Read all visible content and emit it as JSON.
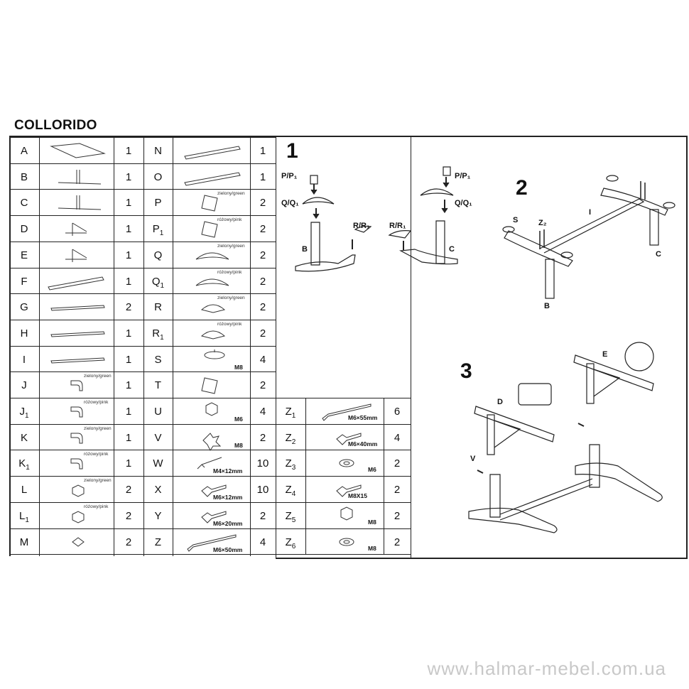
{
  "title": "COLLORIDO",
  "parts_left": [
    {
      "letter": "A",
      "sub": "",
      "qty": "1"
    },
    {
      "letter": "B",
      "sub": "",
      "qty": "1"
    },
    {
      "letter": "C",
      "sub": "",
      "qty": "1"
    },
    {
      "letter": "D",
      "sub": "",
      "qty": "1"
    },
    {
      "letter": "E",
      "sub": "",
      "qty": "1"
    },
    {
      "letter": "F",
      "sub": "",
      "qty": "1"
    },
    {
      "letter": "G",
      "sub": "",
      "qty": "2"
    },
    {
      "letter": "H",
      "sub": "",
      "qty": "1"
    },
    {
      "letter": "I",
      "sub": "",
      "qty": "1"
    },
    {
      "letter": "J",
      "sub": "",
      "qty": "1",
      "note": "zielony/green"
    },
    {
      "letter": "J",
      "sub": "1",
      "qty": "1",
      "note": "różowy/pink"
    },
    {
      "letter": "K",
      "sub": "",
      "qty": "1",
      "note": "zielony/green"
    },
    {
      "letter": "K",
      "sub": "1",
      "qty": "1",
      "note": "różowy/pink"
    },
    {
      "letter": "L",
      "sub": "",
      "qty": "2",
      "note": "zielony/green"
    },
    {
      "letter": "L",
      "sub": "1",
      "qty": "2",
      "note": "różowy/pink"
    },
    {
      "letter": "M",
      "sub": "",
      "qty": "2"
    }
  ],
  "parts_mid": [
    {
      "letter": "N",
      "sub": "",
      "qty": "1"
    },
    {
      "letter": "O",
      "sub": "",
      "qty": "1"
    },
    {
      "letter": "P",
      "sub": "",
      "qty": "2",
      "note": "zielony/green"
    },
    {
      "letter": "P",
      "sub": "1",
      "qty": "2",
      "note": "różowy/pink"
    },
    {
      "letter": "Q",
      "sub": "",
      "qty": "2",
      "note": "zielony/green"
    },
    {
      "letter": "Q",
      "sub": "1",
      "qty": "2",
      "note": "różowy/pink"
    },
    {
      "letter": "R",
      "sub": "",
      "qty": "2",
      "note": "zielony/green"
    },
    {
      "letter": "R",
      "sub": "1",
      "qty": "2",
      "note": "różowy/pink"
    },
    {
      "letter": "S",
      "sub": "",
      "qty": "4",
      "size": "M8"
    },
    {
      "letter": "T",
      "sub": "",
      "qty": "2"
    },
    {
      "letter": "U",
      "sub": "",
      "qty": "4",
      "size": "M6"
    },
    {
      "letter": "V",
      "sub": "",
      "qty": "2",
      "size": "M8"
    },
    {
      "letter": "W",
      "sub": "",
      "qty": "10",
      "size": "M4×12mm"
    },
    {
      "letter": "X",
      "sub": "",
      "qty": "10",
      "size": "M6×12mm"
    },
    {
      "letter": "Y",
      "sub": "",
      "qty": "2",
      "size": "M6×20mm"
    },
    {
      "letter": "Z",
      "sub": "",
      "qty": "4",
      "size": "M6×50mm"
    }
  ],
  "parts_right": [
    {
      "letter": "Z",
      "sub": "1",
      "qty": "6",
      "size": "M6×55mm"
    },
    {
      "letter": "Z",
      "sub": "2",
      "qty": "4",
      "size": "M6×40mm"
    },
    {
      "letter": "Z",
      "sub": "3",
      "qty": "2",
      "size": "M6"
    },
    {
      "letter": "Z",
      "sub": "4",
      "qty": "2",
      "size": "M8X15"
    },
    {
      "letter": "Z",
      "sub": "5",
      "qty": "2",
      "size": "M8"
    },
    {
      "letter": "Z",
      "sub": "6",
      "qty": "2",
      "size": "M8"
    }
  ],
  "steps": {
    "s1": "1",
    "s2": "2",
    "s3": "3",
    "pp1_left": "P/P₁",
    "qq1_left": "Q/Q₁",
    "rr1_left": "R/R₁",
    "b_left": "B",
    "pp1_right": "P/P₁",
    "qq1_right": "Q/Q₁",
    "rr1_right": "R/R₁",
    "c_right": "C",
    "s2_s": "S",
    "s2_z2": "Z₂",
    "s2_i": "I",
    "s2_b": "B",
    "s2_c": "C",
    "s3_d": "D",
    "s3_e": "E",
    "s3_v": "V"
  },
  "footer": "www.halmar-mebel.com.ua"
}
